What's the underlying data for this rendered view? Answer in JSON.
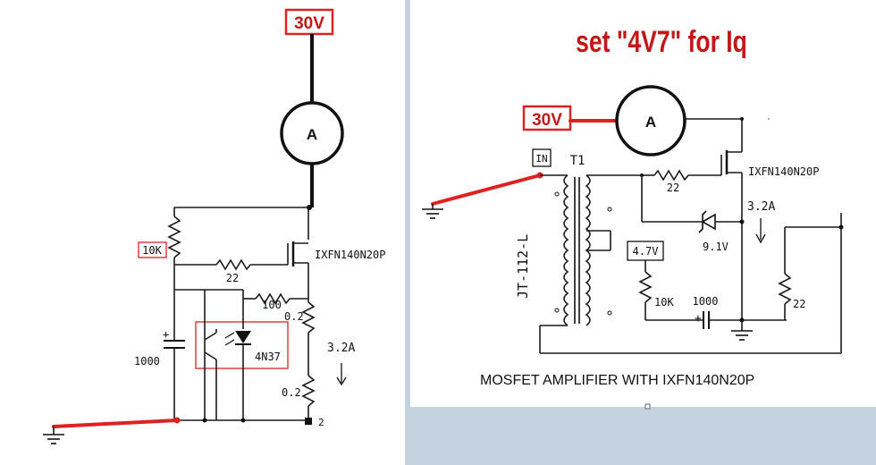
{
  "left": {
    "supply_label": "30V",
    "ammeter_label": "A",
    "r_gate_label": "10K",
    "r_gate2_label": "22",
    "mosfet_label": "IXFN140N20P",
    "r_100_label": "100",
    "r_src_top_label": "0.2",
    "r_src_bot_label": "0.2",
    "current_label": "3.2A",
    "cap_label": "1000",
    "opto_label": "4N37",
    "corner_mark": "2"
  },
  "right": {
    "title": "set \"4V7\" for Iq",
    "supply_label": "30V",
    "ammeter_label": "A",
    "in_label": "IN",
    "transformer_label": "T1",
    "transformer_part": "JT-112-L",
    "r_gate_label": "22",
    "mosfet_label": "IXFN140N20P",
    "current_label": "3.2A",
    "zener_label": "9.1V",
    "voltage_box_label": "4.7V",
    "r_10k_label": "10K",
    "cap_label": "1000",
    "cap_plus": "+",
    "r_load_label": "22",
    "caption": "MOSFET AMPLIFIER WITH IXFN140N20P"
  },
  "colors": {
    "background": "#ffffff",
    "gap_panel": "#c5d2e0",
    "red": "#d22222",
    "wire": "#1a1a1a"
  }
}
